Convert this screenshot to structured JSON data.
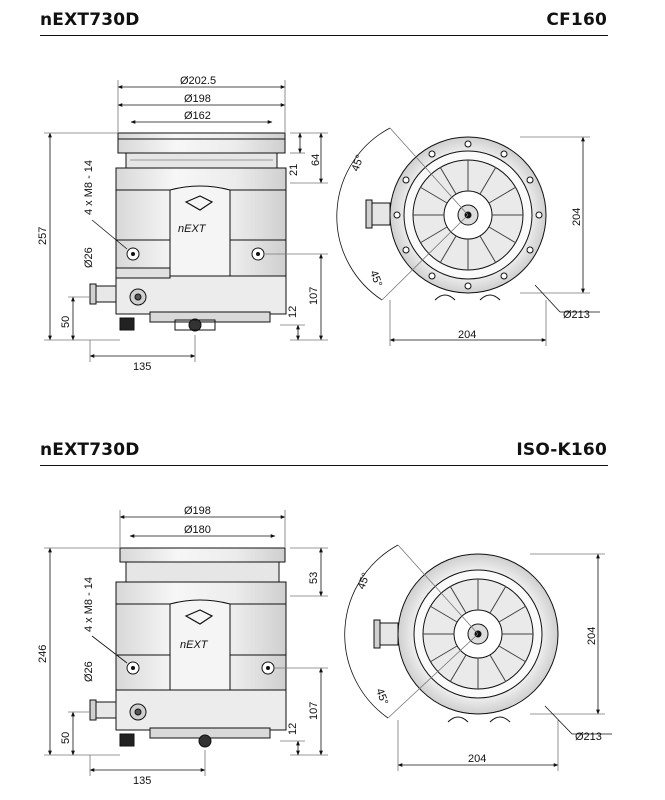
{
  "sections": [
    {
      "model": "nEXT730D",
      "flange": "CF160",
      "logo_text": "nEXT",
      "dims": {
        "d1": "Ø202.5",
        "d2": "Ø198",
        "d3": "Ø162",
        "h64": "64",
        "h21": "21",
        "h257": "257",
        "holes": "4 x M8 - 14",
        "d26": "Ø26",
        "h50": "50",
        "h107": "107",
        "h12": "12",
        "w135": "135",
        "angle_a": "45°",
        "angle_b": "45°",
        "w204": "204",
        "h204": "204",
        "d213": "Ø213"
      }
    },
    {
      "model": "nEXT730D",
      "flange": "ISO-K160",
      "logo_text": "nEXT",
      "dims": {
        "d1": "Ø198",
        "d2": "Ø180",
        "h53": "53",
        "h246": "246",
        "holes": "4 x M8 - 14",
        "d26": "Ø26",
        "h50": "50",
        "h107": "107",
        "h12": "12",
        "w135": "135",
        "angle_a": "45°",
        "angle_b": "45°",
        "w204": "204",
        "h204": "204",
        "d213": "Ø213"
      }
    }
  ],
  "colors": {
    "line": "#111111",
    "body": "#f2f2f2",
    "shade": "#dcdcdc",
    "dark": "#3a3a3a"
  }
}
